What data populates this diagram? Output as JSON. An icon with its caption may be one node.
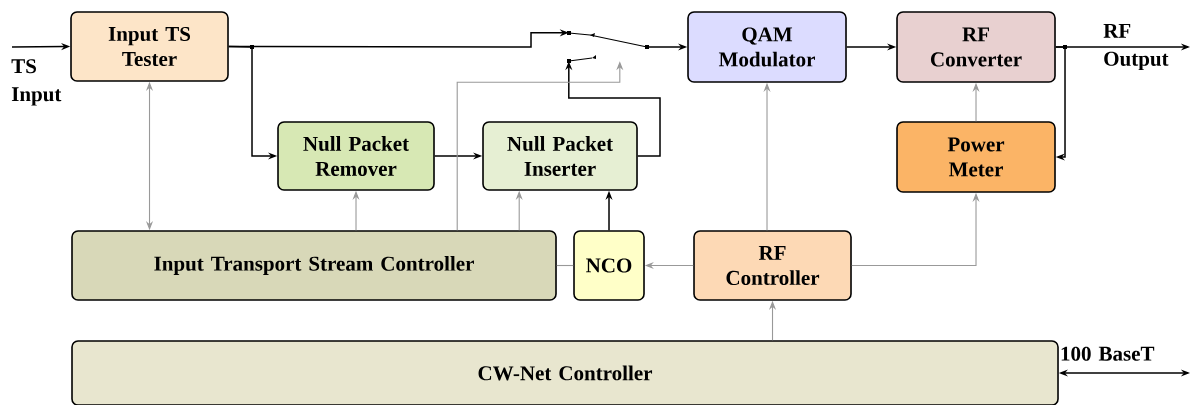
{
  "diagram": {
    "nodes": [
      {
        "text": [
          "Input TS Tester"
        ]
      },
      {
        "text": [
          "Null Packet Remover"
        ]
      },
      {
        "text": [
          "Null Packet Inserter"
        ]
      },
      {
        "text": [
          "QAM Modulator"
        ]
      },
      {
        "text": [
          "RF Converter"
        ]
      },
      {
        "text": [
          "Power Meter"
        ]
      },
      {
        "text": [
          "Input Transport Stream Controller"
        ]
      },
      {
        "text": [
          "NCO"
        ]
      },
      {
        "text": [
          "RF Controller"
        ]
      },
      {
        "text": [
          "CW-Net Controller"
        ]
      },
      {
        "text": [],
        "shape": "switch"
      }
    ],
    "edges": [
      {
        "from": null,
        "to": 0,
        "arrow": "to",
        "label": "TS Input"
      },
      {
        "from": 0,
        "to": 10,
        "arrow": "to"
      },
      {
        "from": 0,
        "to": 1,
        "arrow": "to"
      },
      {
        "from": 1,
        "to": 2,
        "arrow": "to"
      },
      {
        "from": 2,
        "to": 10,
        "arrow": "to"
      },
      {
        "from": 10,
        "to": 3,
        "arrow": "to"
      },
      {
        "from": 3,
        "to": 4,
        "arrow": "to"
      },
      {
        "from": 4,
        "to": null,
        "arrow": "to",
        "label": "RF Output"
      },
      {
        "from": 4,
        "to": 5,
        "arrow": "to"
      },
      {
        "from": 7,
        "to": 2,
        "arrow": "to"
      },
      {
        "from": 6,
        "to": 0,
        "arrow": "both",
        "color": "#999999"
      },
      {
        "from": 6,
        "to": 1,
        "arrow": "to",
        "color": "#999999"
      },
      {
        "from": 6,
        "to": 2,
        "arrow": "to",
        "color": "#999999"
      },
      {
        "from": 6,
        "to": 10,
        "arrow": "to",
        "color": "#999999"
      },
      {
        "from": 7,
        "to": 6,
        "arrow": "none",
        "color": "#999999"
      },
      {
        "from": 8,
        "to": 7,
        "arrow": "to",
        "color": "#999999"
      },
      {
        "from": 8,
        "to": 3,
        "arrow": "to",
        "color": "#999999"
      },
      {
        "from": 8,
        "to": 5,
        "arrow": "to",
        "color": "#999999"
      },
      {
        "from": 5,
        "to": 4,
        "arrow": "to",
        "color": "#999999"
      },
      {
        "from": 9,
        "to": 8,
        "arrow": "to",
        "color": "#999999"
      },
      {
        "from": 9,
        "to": null,
        "arrow": "both",
        "label": "100 BaseT"
      }
    ]
  }
}
